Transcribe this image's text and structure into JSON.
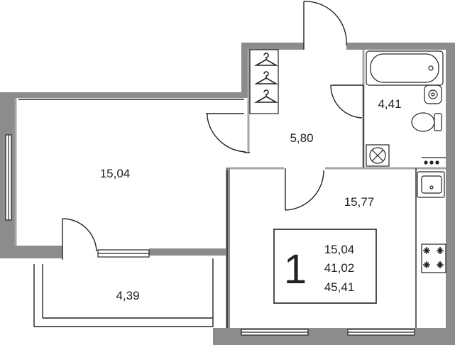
{
  "rooms": {
    "living": "15,04",
    "hall": "5,80",
    "bath": "4,41",
    "kitchen": "15,77",
    "balcony": "4,39"
  },
  "info": {
    "rooms_count": "1",
    "living_area": "15,04",
    "total_area_no_balcony": "41,02",
    "total_area": "45,41"
  },
  "colors": {
    "wall": "#8c8c8c",
    "wall_light": "#a6a6a6",
    "line": "#222222"
  },
  "icons": {
    "wardrobe": "hanger-icon",
    "bathtub": "bathtub-icon",
    "sink": "sink-icon",
    "toilet": "toilet-icon",
    "vent": "ventilation-icon",
    "kitchen_sink": "kitchen-sink-icon",
    "stove": "stove-icon"
  }
}
